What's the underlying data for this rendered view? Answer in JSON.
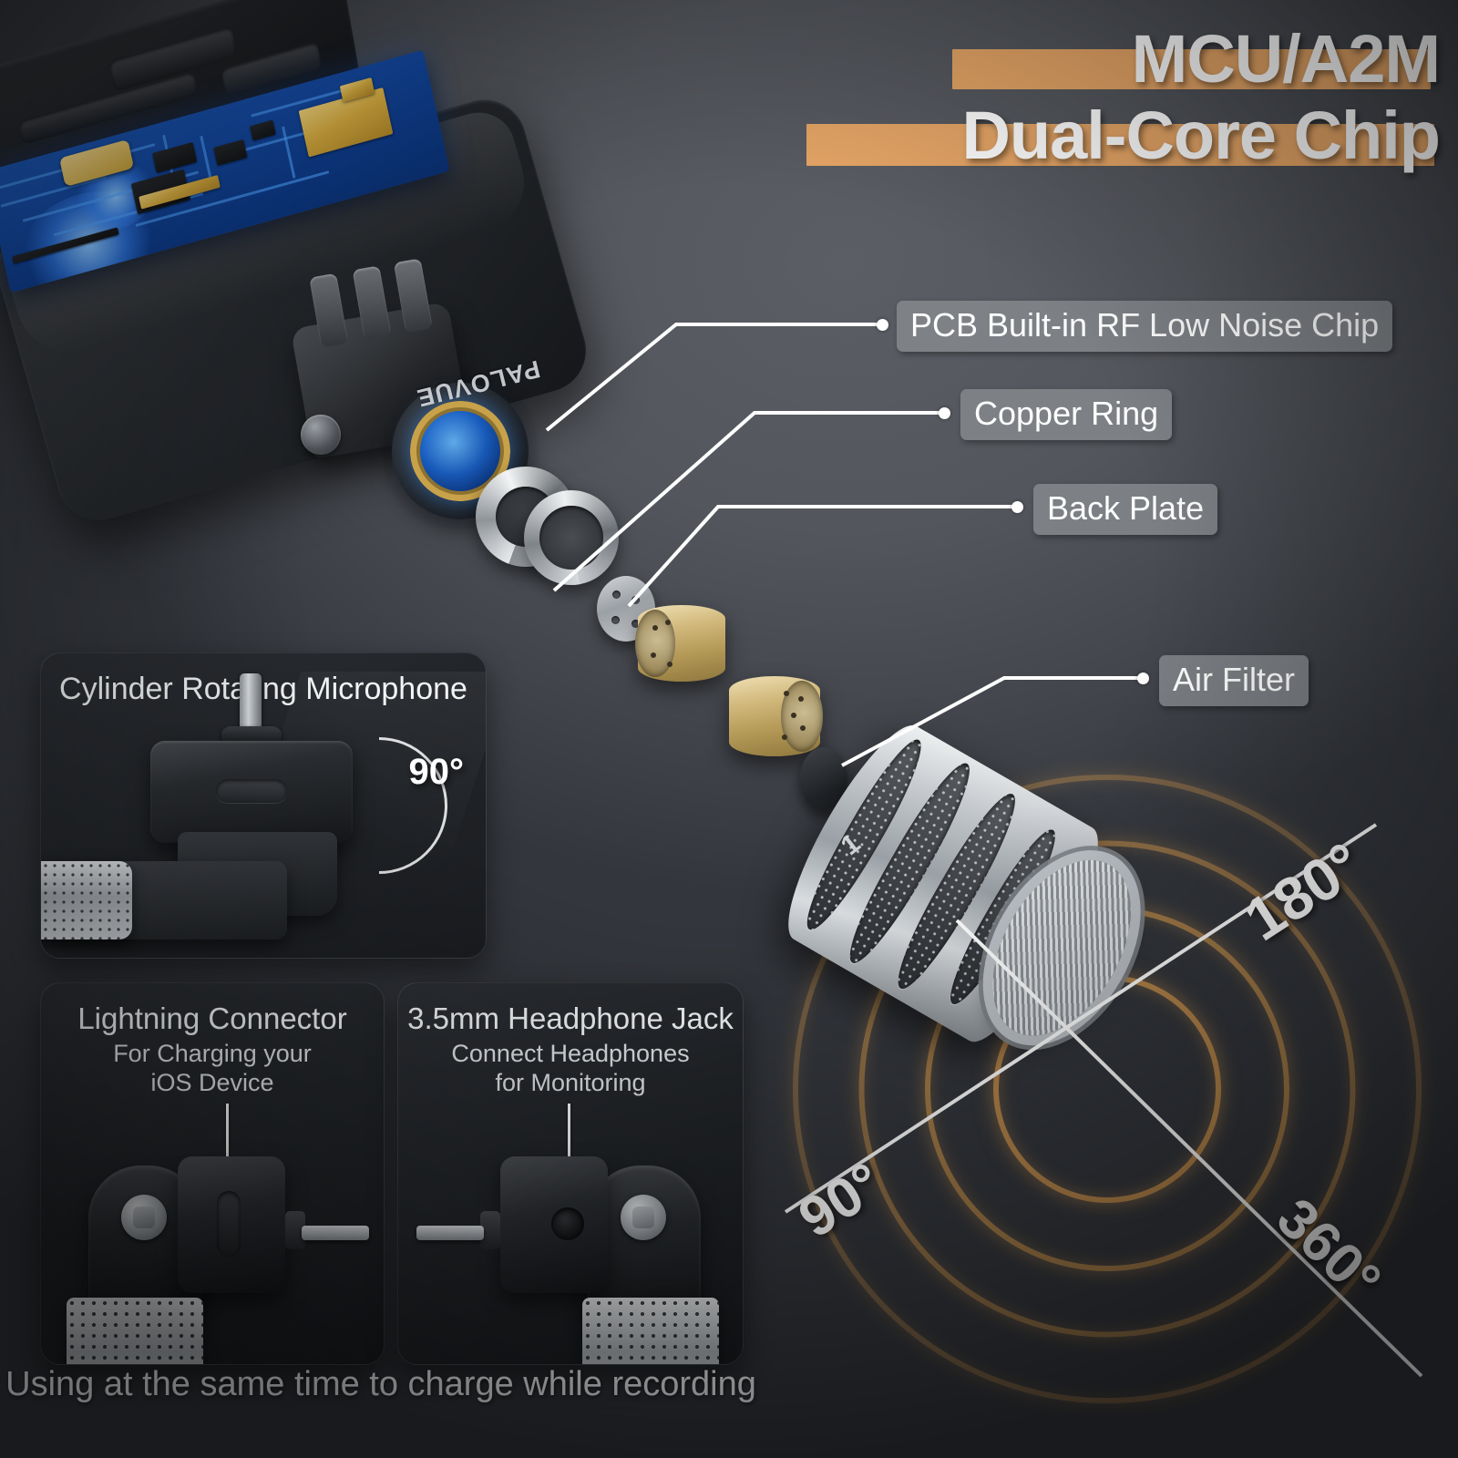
{
  "theme": {
    "background_dark": "#21242a",
    "background_mid": "#53565c",
    "accent_orange": "#e5a566",
    "label_pill": "#83868b",
    "text_white": "#ffffff",
    "ring_glow": "#d69a4f"
  },
  "header": {
    "title_line1": "MCU/A2M",
    "title_line2": "Dual-Core Chip"
  },
  "brand": {
    "name": "PALOVUE"
  },
  "callouts": [
    {
      "id": "pcb-chip",
      "label": "PCB Built-in RF Low Noise Chip"
    },
    {
      "id": "copper-ring",
      "label": "Copper Ring"
    },
    {
      "id": "back-plate",
      "label": "Back Plate"
    },
    {
      "id": "air-filter",
      "label": "Air Filter"
    }
  ],
  "capsule_marking": "1",
  "pickup_angles": [
    {
      "id": "angle-180",
      "label": "180°"
    },
    {
      "id": "angle-90",
      "label": "90°"
    },
    {
      "id": "angle-360",
      "label": "360°"
    }
  ],
  "panels": {
    "rotating": {
      "title": "Cylinder Rotating Microphone",
      "angle_label": "90°"
    },
    "lightning": {
      "title": "Lightning Connector",
      "subtitle_line1": "For Charging your",
      "subtitle_line2": "iOS Device"
    },
    "headphone": {
      "title": "3.5mm Headphone Jack",
      "subtitle_line1": "Connect Headphones",
      "subtitle_line2": "for Monitoring"
    }
  },
  "footer": {
    "caption": "Using at the same time to charge while recording"
  }
}
